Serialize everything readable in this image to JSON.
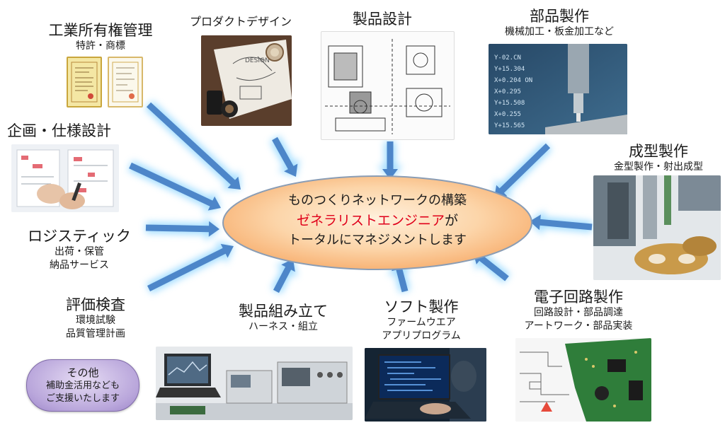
{
  "center": {
    "line1": "ものつくりネットワークの構築",
    "line2_red": "ゼネラリストエンジニア",
    "line2_suffix": "が",
    "line3": "トータルにマネジメントします"
  },
  "items": {
    "ip": {
      "title": "工業所有権管理",
      "sub": "特許・商標"
    },
    "product_design": {
      "title": "プロダクトデザイン"
    },
    "product_spec_design": {
      "title": "製品設計"
    },
    "parts": {
      "title": "部品製作",
      "sub": "機械加工・板金加工など"
    },
    "planning": {
      "title": "企画・仕様設計"
    },
    "molding": {
      "title": "成型製作",
      "sub": "金型製作・射出成型"
    },
    "logistics": {
      "title": "ロジスティック",
      "sub1": "出荷・保管",
      "sub2": "納品サービス"
    },
    "evaluation": {
      "title": "評価検査",
      "sub1": "環境試験",
      "sub2": "品質管理計画"
    },
    "assembly": {
      "title": "製品組み立て",
      "sub": "ハーネス・組立"
    },
    "software": {
      "title": "ソフト製作",
      "sub1": "ファームウエア",
      "sub2": "アプリプログラム"
    },
    "circuit": {
      "title": "電子回路製作",
      "sub1": "回路設計・部品調達",
      "sub2": "アートワーク・部品実装"
    }
  },
  "other": {
    "line1": "その他",
    "line2": "補助金活用なども",
    "line3": "ご支援いたします"
  },
  "colors": {
    "arrow": "#4d86c9",
    "arrow_glow": "#9fdcff",
    "ellipse_center": "#fff0dc",
    "ellipse_edge": "#f7ac6b",
    "ellipse_stroke": "#8a9db5",
    "accent_red": "#e0001a",
    "other_bubble": "#b9a6db"
  }
}
